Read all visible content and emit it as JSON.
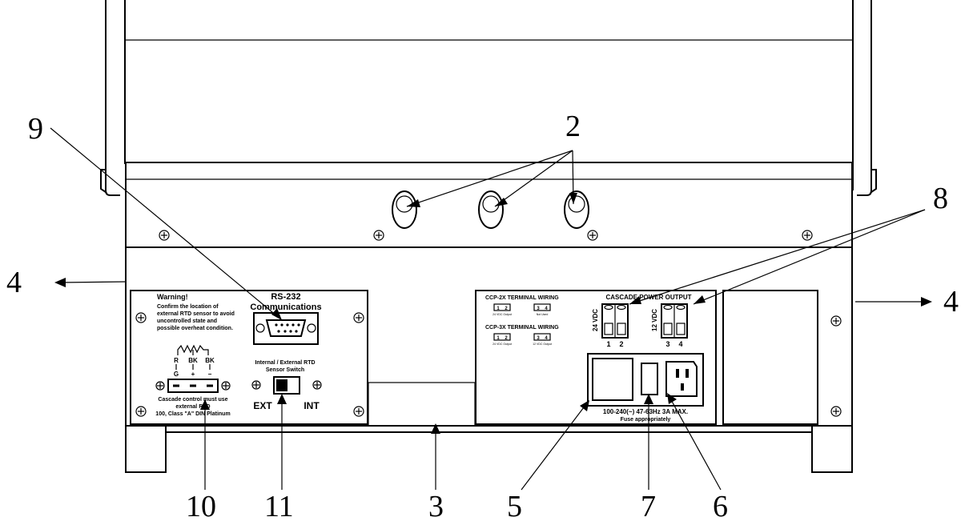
{
  "callouts": {
    "c2": "2",
    "c3": "3",
    "c4_left": "4",
    "c4_right": "4",
    "c5": "5",
    "c6": "6",
    "c7": "7",
    "c8": "8",
    "c9": "9",
    "c10": "10",
    "c11": "11"
  },
  "left_panel": {
    "warning_title": "Warning!",
    "warning_lines": [
      "Confirm the location of",
      "external RTD sensor to avoid",
      "uncontrolled state and",
      "possible overheat condition."
    ],
    "rs232_title": "RS-232",
    "rs232_sub": "Communications",
    "rtd_wire_labels": [
      "R",
      "BK",
      "BK"
    ],
    "rtd_pin_labels": [
      "G",
      "+",
      "−"
    ],
    "cascade_lines": [
      "Cascade control must use",
      "external RTD",
      "100, Class \"A\" DIN Platinum"
    ],
    "switch_title_lines": [
      "Internal / External RTD",
      "Sensor Switch"
    ],
    "switch_ext": "EXT",
    "switch_int": "INT"
  },
  "right_panel": {
    "ccp2x_title": "CCP-2X TERMINAL WIRING",
    "ccp3x_title": "CCP-3X TERMINAL WIRING",
    "ccp_pins_a": [
      "1",
      "2"
    ],
    "ccp_pins_b": [
      "3",
      "4"
    ],
    "ccp2x_caption_a": "24 VDC Output",
    "ccp2x_caption_b": "Not Used",
    "ccp3x_caption_a": "24 VDC Output",
    "ccp3x_caption_b": "12 VDC Output",
    "cascade_output_title": "CASCADE POWER OUTPUT",
    "volt_24": "24 VDC",
    "volt_12": "12 VDC",
    "out_pins": [
      "1",
      "2",
      "3",
      "4"
    ],
    "power_rating": "100-240(~)  47-63Hz  3A MAX.",
    "fuse_note": "Fuse appropriately"
  }
}
